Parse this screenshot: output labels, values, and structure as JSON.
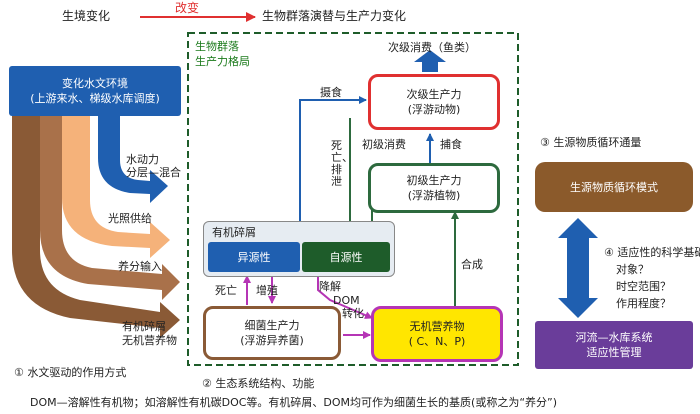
{
  "header": {
    "left": "生境变化",
    "middle": "改变",
    "right": "生物群落演替与生产力变化"
  },
  "left_panel": {
    "env_box": {
      "line1": "变化水文环境",
      "line2": "(上游来水、梯级水库调度)"
    },
    "flows": [
      {
        "label": "水动力\n分层—混合",
        "color": "#1f5fb0"
      },
      {
        "label": "光照供给",
        "color": "#f5b27a"
      },
      {
        "label": "养分输入",
        "color": "#8a5a36"
      },
      {
        "label": "有机碎屑\n无机营养物",
        "color": "#8a5a36"
      }
    ],
    "caption": "①  水文驱动的作用方式"
  },
  "middle_panel": {
    "title_line1": "生物群落",
    "title_line2": "生产力格局",
    "top_output": "次级消费（鱼类）",
    "secondary": {
      "line1": "次级生产力",
      "line2": "(浮游动物)"
    },
    "primary": {
      "line1": "初级生产力",
      "line2": "(浮游植物)"
    },
    "detritus": {
      "title": "有机碎屑",
      "allochthonous": "异源性",
      "autochthonous": "自源性"
    },
    "bacteria": {
      "line1": "细菌生产力",
      "line2": "(浮游异养菌)"
    },
    "nutrients": {
      "line1": "无机营养物",
      "line2": "( C、N、P)"
    },
    "labels": {
      "grazing": "摄食",
      "death_excretion": "死亡、排泄",
      "primary_consumption": "初级消费",
      "predation": "捕食",
      "synthesis": "合成",
      "death": "死亡",
      "proliferation": "增殖",
      "decomposition": "降解",
      "dom_conversion_1": "DOM",
      "dom_conversion_2": "转化"
    },
    "caption": "②  生态系统结构、功能"
  },
  "right_panel": {
    "flux_title": "③ 生源物质循环通量",
    "cycle_box": "生源物质循环模式",
    "question_title": "④  适应性的科学基础",
    "questions": [
      "对象？",
      "时空范围？",
      "作用程度？"
    ],
    "mgmt_box": {
      "line1": "河流—水库系统",
      "line2": "适应性管理"
    }
  },
  "footnote": "DOM—溶解性有机物；如溶解性有机碳DOC等。有机碎屑、DOM均可作为细菌生长的基质(或称之为“养分”)",
  "colors": {
    "blue": "#1f5fb0",
    "light_orange": "#f5b27a",
    "brown": "#8a5a36",
    "red": "#e03030",
    "green": "#2d6a3e",
    "purple": "#b535b5",
    "yellow": "#ffe600",
    "violet_box": "#6a3d9a",
    "cycle_brown": "#8b5a2b",
    "text_green": "#1a7a1a"
  }
}
